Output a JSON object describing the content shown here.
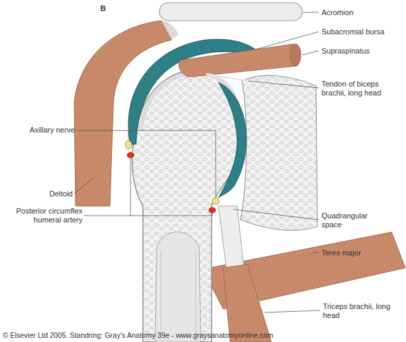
{
  "diagram": {
    "labels": [
      "B",
      "Acromion",
      "Subacromial bursa",
      "Supraspinatus",
      "Tendon of biceps brachii, long head",
      "Axillary nerve",
      "Deltoid",
      "Posterior circumflex humeral artery",
      "Quadrangular space",
      "Teres major",
      "Triceps brachii, long head",
      "© Elsevier Ltd 2005. Standring: Gray's Anatomy 39e - www.graysanatomyonline.com"
    ]
  }
}
